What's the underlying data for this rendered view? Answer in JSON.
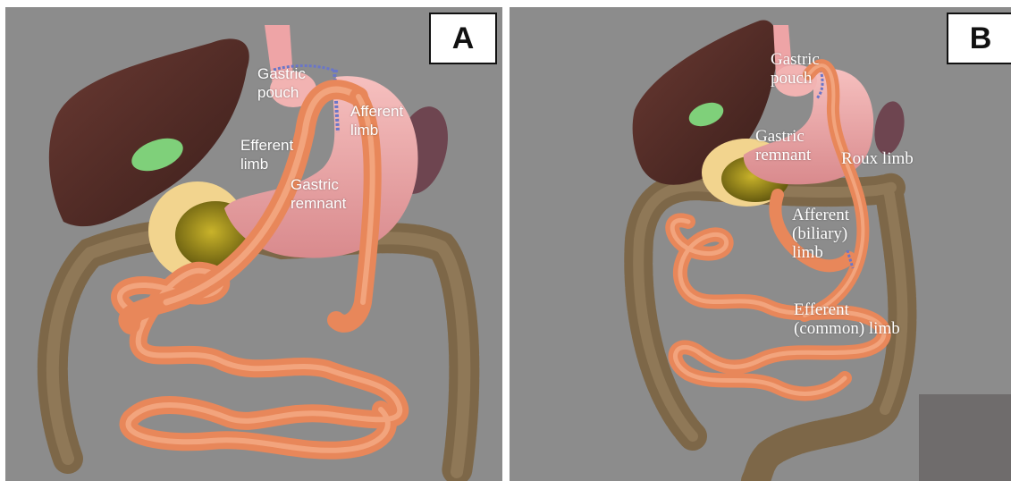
{
  "panel_a": {
    "badge": "A",
    "labels": {
      "gastric_pouch": [
        "Gastric",
        "pouch"
      ],
      "afferent_limb": [
        "Afferent",
        "limb"
      ],
      "efferent_limb": [
        "Efferent",
        "limb"
      ],
      "gastric_remnant": [
        "Gastric",
        "remnant"
      ]
    }
  },
  "panel_b": {
    "badge": "B",
    "labels": {
      "gastric_pouch": [
        "Gastric",
        "pouch"
      ],
      "gastric_remnant": [
        "Gastric",
        "remnant"
      ],
      "roux_limb": "Roux limb",
      "afferent_biliary_limb": [
        "Afferent",
        "(biliary)",
        "limb"
      ],
      "efferent_common_limb": [
        "Efferent",
        "(common) limb"
      ]
    }
  },
  "colors": {
    "background": "#8c8c8c",
    "liver": "#4e2a25",
    "gallbladder": "#7fd07a",
    "stomach": "#eea4a6",
    "colon": "#7d6748",
    "small_bowel": "#e8875a",
    "pancreas": "#9a8a1c",
    "spleen": "#6e4550"
  }
}
